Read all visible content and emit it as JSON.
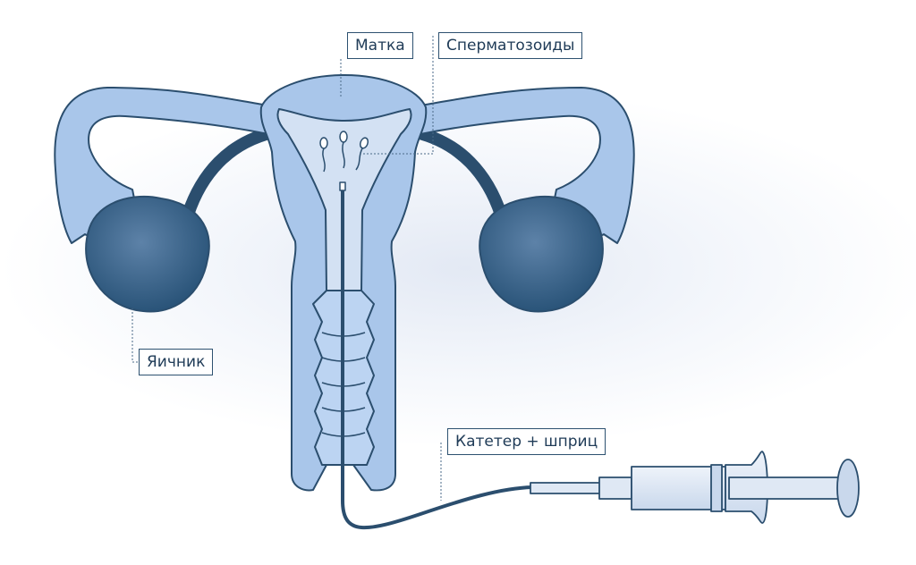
{
  "labels": {
    "uterus": "Матка",
    "sperm": "Сперматозоиды",
    "ovary": "Яичник",
    "catheter": "Катетер + шприц"
  },
  "colors": {
    "organ_fill": "#a9c6ea",
    "organ_light": "#d3e1f3",
    "outline": "#2b4e6e",
    "ovary": "#2f5b82",
    "label_text": "#1f3b57"
  }
}
